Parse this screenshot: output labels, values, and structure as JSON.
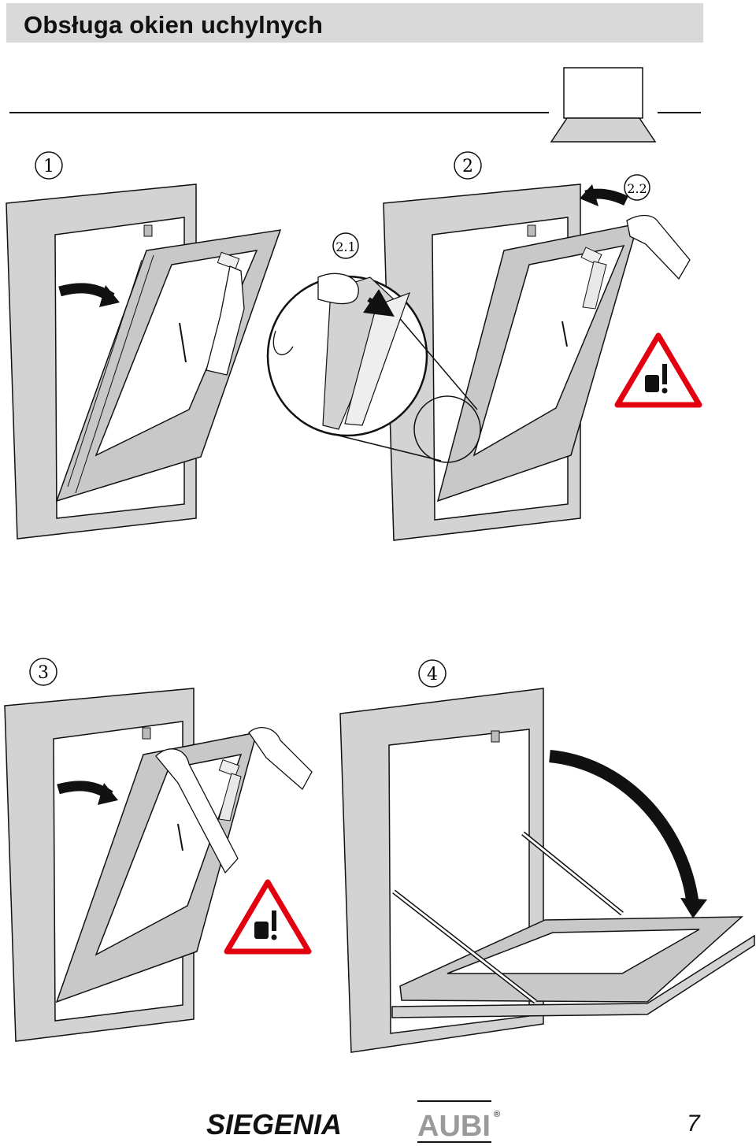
{
  "page": {
    "title": "Obsługa okien uchylnych",
    "page_number": "7"
  },
  "steps": [
    {
      "label": "1"
    },
    {
      "label": "2"
    },
    {
      "label": "2.1"
    },
    {
      "label": "2.2"
    },
    {
      "label": "3"
    },
    {
      "label": "4"
    }
  ],
  "footer": {
    "brand_main": "SIEGENIA",
    "brand_sub": "AUBI",
    "registered_mark": "®"
  },
  "colors": {
    "title_background": "#d9d9d9",
    "frame_gray": "#d3d3d3",
    "warning_red": "#e3000f",
    "arrow_black": "#111111"
  },
  "icons": [
    "bottom-hung-window-icon",
    "warning-weight-icon",
    "curved-arrow-icon",
    "hand-icon"
  ]
}
